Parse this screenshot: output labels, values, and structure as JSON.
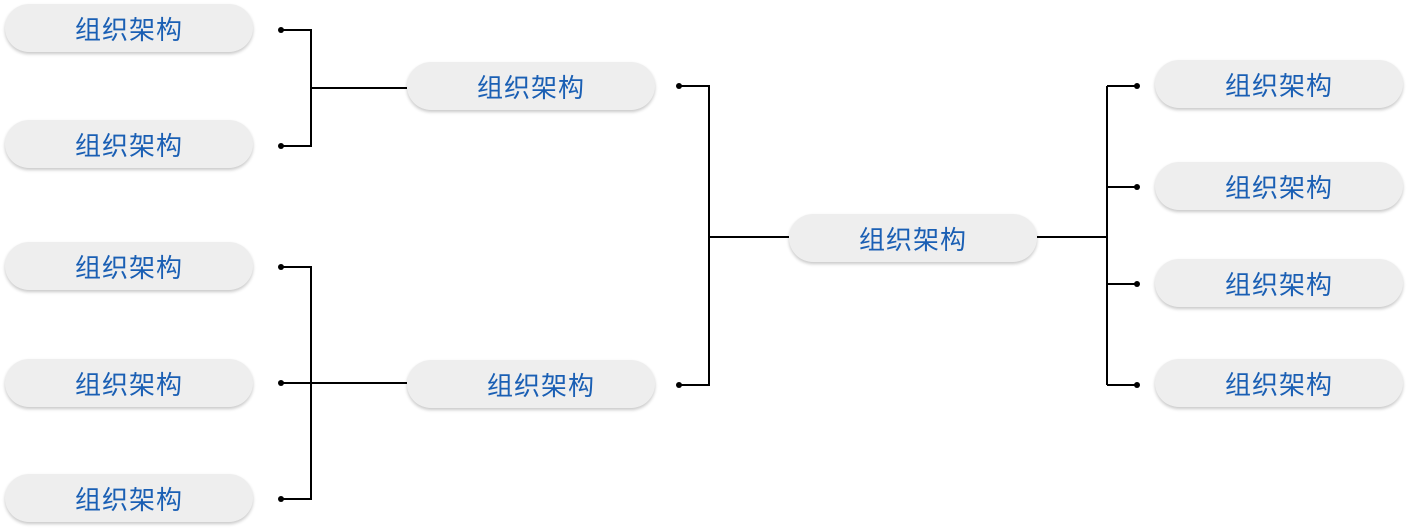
{
  "nodes": {
    "left_1": "组织架构",
    "left_2": "组织架构",
    "left_3": "组织架构",
    "left_4": "组织架构",
    "left_5": "组织架构",
    "mid_1": "组织架构",
    "mid_2": "组织架构",
    "center": "组织架构",
    "right_1": "组织架构",
    "right_2": "组织架构",
    "right_3": "组织架构",
    "right_4": "组织架构"
  },
  "colors": {
    "node_text": "#1a5fb4",
    "node_fill": "#eeeeee",
    "connector": "#000000"
  }
}
